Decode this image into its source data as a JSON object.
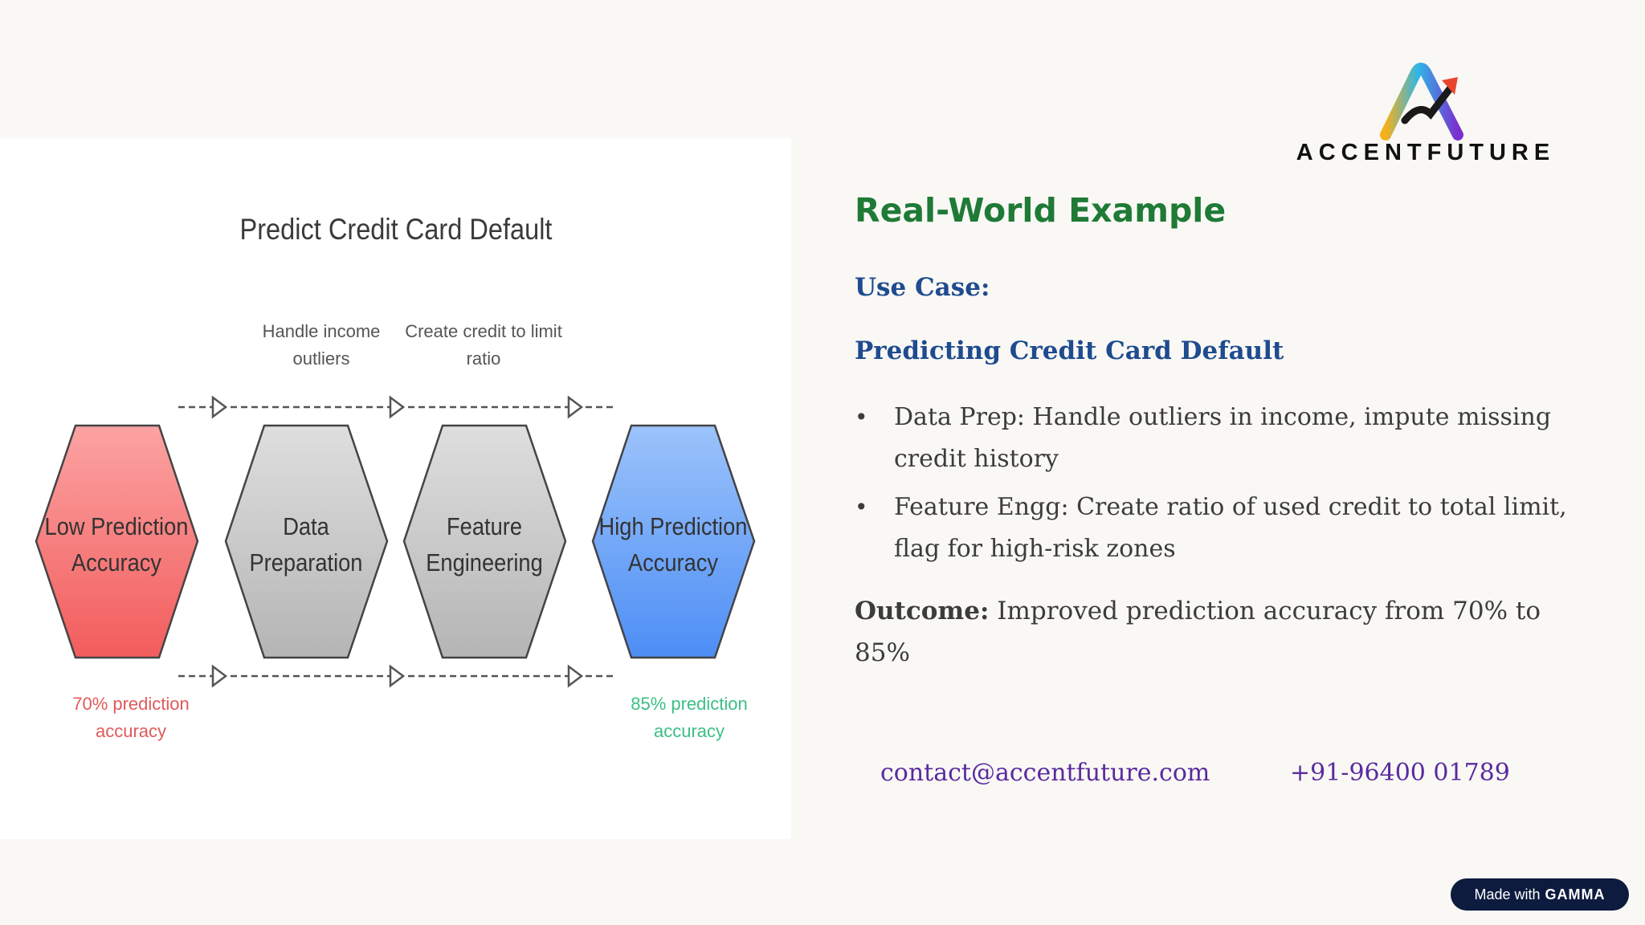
{
  "diagram": {
    "title": "Predict Credit Card Default",
    "top_notes": [
      {
        "lines": [
          "Handle income",
          "outliers"
        ]
      },
      {
        "lines": [
          "Create credit to limit",
          "ratio"
        ]
      }
    ],
    "stages": [
      {
        "lines": [
          "Low Prediction",
          "Accuracy"
        ],
        "color": "#f26a6a"
      },
      {
        "lines": [
          "Data",
          "Preparation"
        ],
        "color": "#c8c8c8"
      },
      {
        "lines": [
          "Feature",
          "Engineering"
        ],
        "color": "#c8c8c8"
      },
      {
        "lines": [
          "High Prediction",
          "Accuracy"
        ],
        "color": "#5a95f5"
      }
    ],
    "bottom_notes": [
      {
        "lines": [
          "70% prediction",
          "accuracy"
        ],
        "color": "#e05a5a"
      },
      {
        "lines": [
          "85% prediction",
          "accuracy"
        ],
        "color": "#3bbf84"
      }
    ]
  },
  "logo": {
    "wordmark": "ACCENTFUTURE"
  },
  "content": {
    "section_title": "Real-World Example",
    "use_case_label": "Use Case:",
    "use_case_title": "Predicting Credit Card Default",
    "bullets": [
      "Data Prep: Handle outliers in income, impute missing credit history",
      "Feature Engg: Create ratio of used credit to total limit, flag for high-risk zones"
    ],
    "outcome_label": "Outcome:",
    "outcome_text": " Improved prediction accuracy from 70% to 85%"
  },
  "contact": {
    "email": "contact@accentfuture.com",
    "phone": "+91-96400 01789"
  },
  "badge": {
    "prefix": "Made with",
    "brand": "GAMMA"
  },
  "colors": {
    "section_title": "#1f7a36",
    "use_case": "#1f4b8f",
    "contact": "#5a2a9e",
    "badge_bg": "#0d1b3e"
  }
}
